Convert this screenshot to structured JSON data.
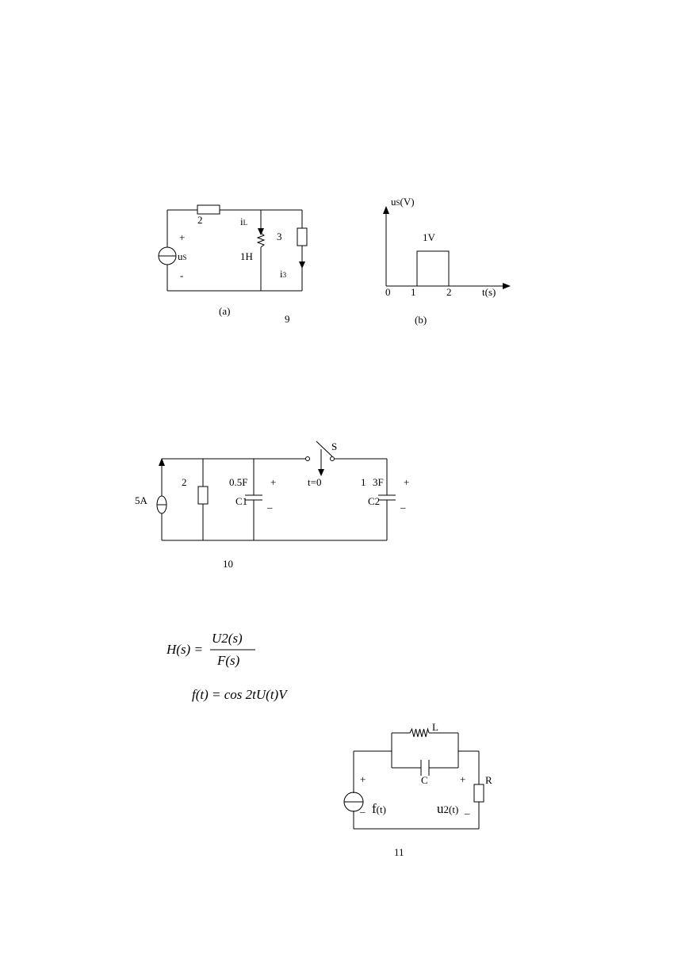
{
  "fig9": {
    "circuit": {
      "r_series": "2",
      "il_main": "i",
      "il_sub": "L",
      "r_shunt": "3",
      "plus": "+",
      "us_main": "u",
      "us_sub": "S",
      "inductor": "1H",
      "i3_main": "i",
      "i3_sub": "3",
      "minus": "-",
      "caption": "(a)"
    },
    "number": "9",
    "plot": {
      "ylabel_main": "u",
      "ylabel_sub": "S",
      "ylabel_rest": "(V)",
      "pulse_label": "1V",
      "tick_0": "0",
      "tick_1": "1",
      "tick_2": "2",
      "xlabel": "t(s)",
      "caption": "(b)"
    }
  },
  "fig10": {
    "source": "5A",
    "r1": "2",
    "c1_value": "0.5F",
    "c1_name": "C1",
    "c1_plus": "+",
    "c1_minus": "_",
    "switch": "S",
    "t0": "t=0",
    "one": "1",
    "c2_value": "3F",
    "c2_name": "C2",
    "c2_plus": "+",
    "c2_minus": "_",
    "number": "10"
  },
  "equations": {
    "h_lhs": "H(s) =",
    "h_num": "U2(s)",
    "h_den": "F(s)",
    "f_eq": "f(t) = cos 2tU(t)V"
  },
  "fig11": {
    "L": "L",
    "C": "C",
    "R": "R",
    "plus_left": "+",
    "plus_right": "+",
    "minus_left": "_",
    "minus_right": "_",
    "f_main": "f",
    "f_sub": "(t)",
    "u_main": "u",
    "u_sub": "2(t)",
    "number": "11"
  }
}
